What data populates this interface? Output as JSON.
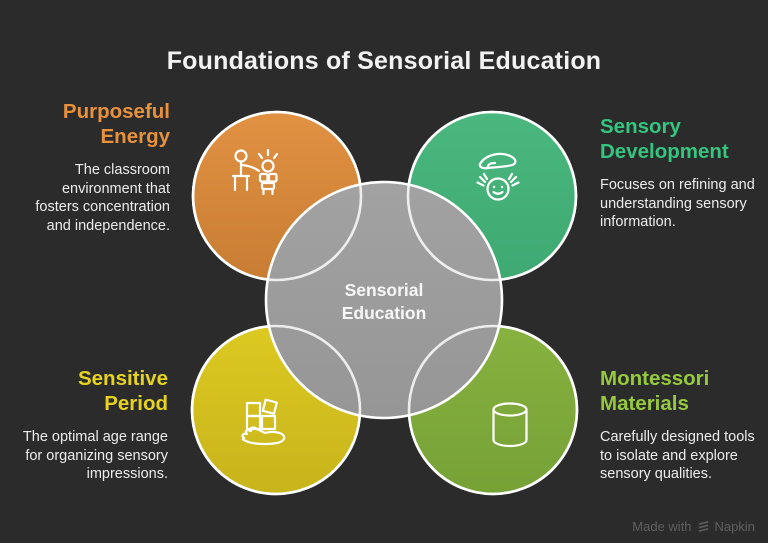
{
  "title": "Foundations of Sensorial Education",
  "center": {
    "line1": "Sensorial",
    "line2": "Education"
  },
  "sections": [
    {
      "id": "purposeful-energy",
      "heading": "Purposeful Energy",
      "description": "The classroom environment that fosters concentration and independence.",
      "accent_color": "#E8913C",
      "circle_color": "#D98A3B",
      "icon": "teacher-child-icon"
    },
    {
      "id": "sensory-development",
      "heading": "Sensory Development",
      "description": "Focuses on refining and understanding sensory information.",
      "accent_color": "#34C57F",
      "circle_color": "#44B279",
      "icon": "hand-over-child-icon"
    },
    {
      "id": "sensitive-period",
      "heading": "Sensitive Period",
      "description": "The optimal age range for organizing sensory impressions.",
      "accent_color": "#E6D320",
      "circle_color": "#D3C01E",
      "icon": "hand-holding-blocks-icon"
    },
    {
      "id": "montessori-materials",
      "heading": "Montessori Materials",
      "description": "Carefully designed tools to isolate and explore sensory qualities.",
      "accent_color": "#96C93D",
      "circle_color": "#80AB3B",
      "icon": "cylinder-icon"
    }
  ],
  "center_circle_color": "#9C9C9C",
  "background_color": "#2B2B2B",
  "watermark": {
    "prefix": "Made with",
    "brand": "Napkin"
  }
}
